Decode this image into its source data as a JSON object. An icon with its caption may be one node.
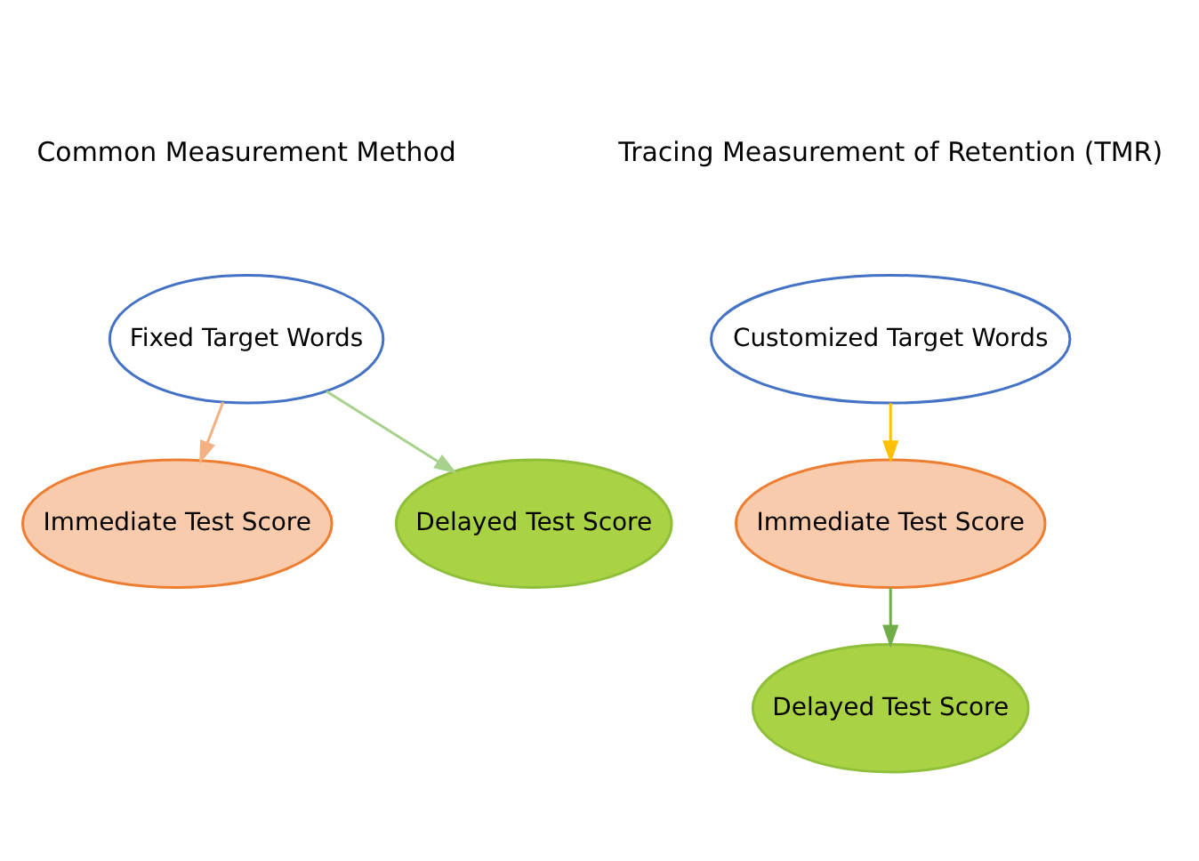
{
  "diagram": {
    "nodes": [
      {
        "text": [
          "Fixed Target Words"
        ]
      },
      {
        "text": [
          "Immediate Test Score"
        ]
      },
      {
        "text": [
          "Delayed Test Score"
        ]
      },
      {
        "text": [
          "Customized Target Words"
        ]
      },
      {
        "text": [
          "Immediate Test Score"
        ]
      },
      {
        "text": [
          "Delayed Test Score"
        ]
      }
    ],
    "edges": [
      {
        "from": 0,
        "to": 1,
        "arrow": "to",
        "color": "#f4b183"
      },
      {
        "from": 0,
        "to": 2,
        "arrow": "to",
        "color": "#a9d18e"
      },
      {
        "from": 3,
        "to": 4,
        "arrow": "to",
        "color": "#ffc000"
      },
      {
        "from": 4,
        "to": 5,
        "arrow": "to",
        "color": "#70ad47"
      }
    ],
    "labels": [
      "Tracing Measurement of Retention (TMR)",
      "Common Measurement Method"
    ]
  }
}
